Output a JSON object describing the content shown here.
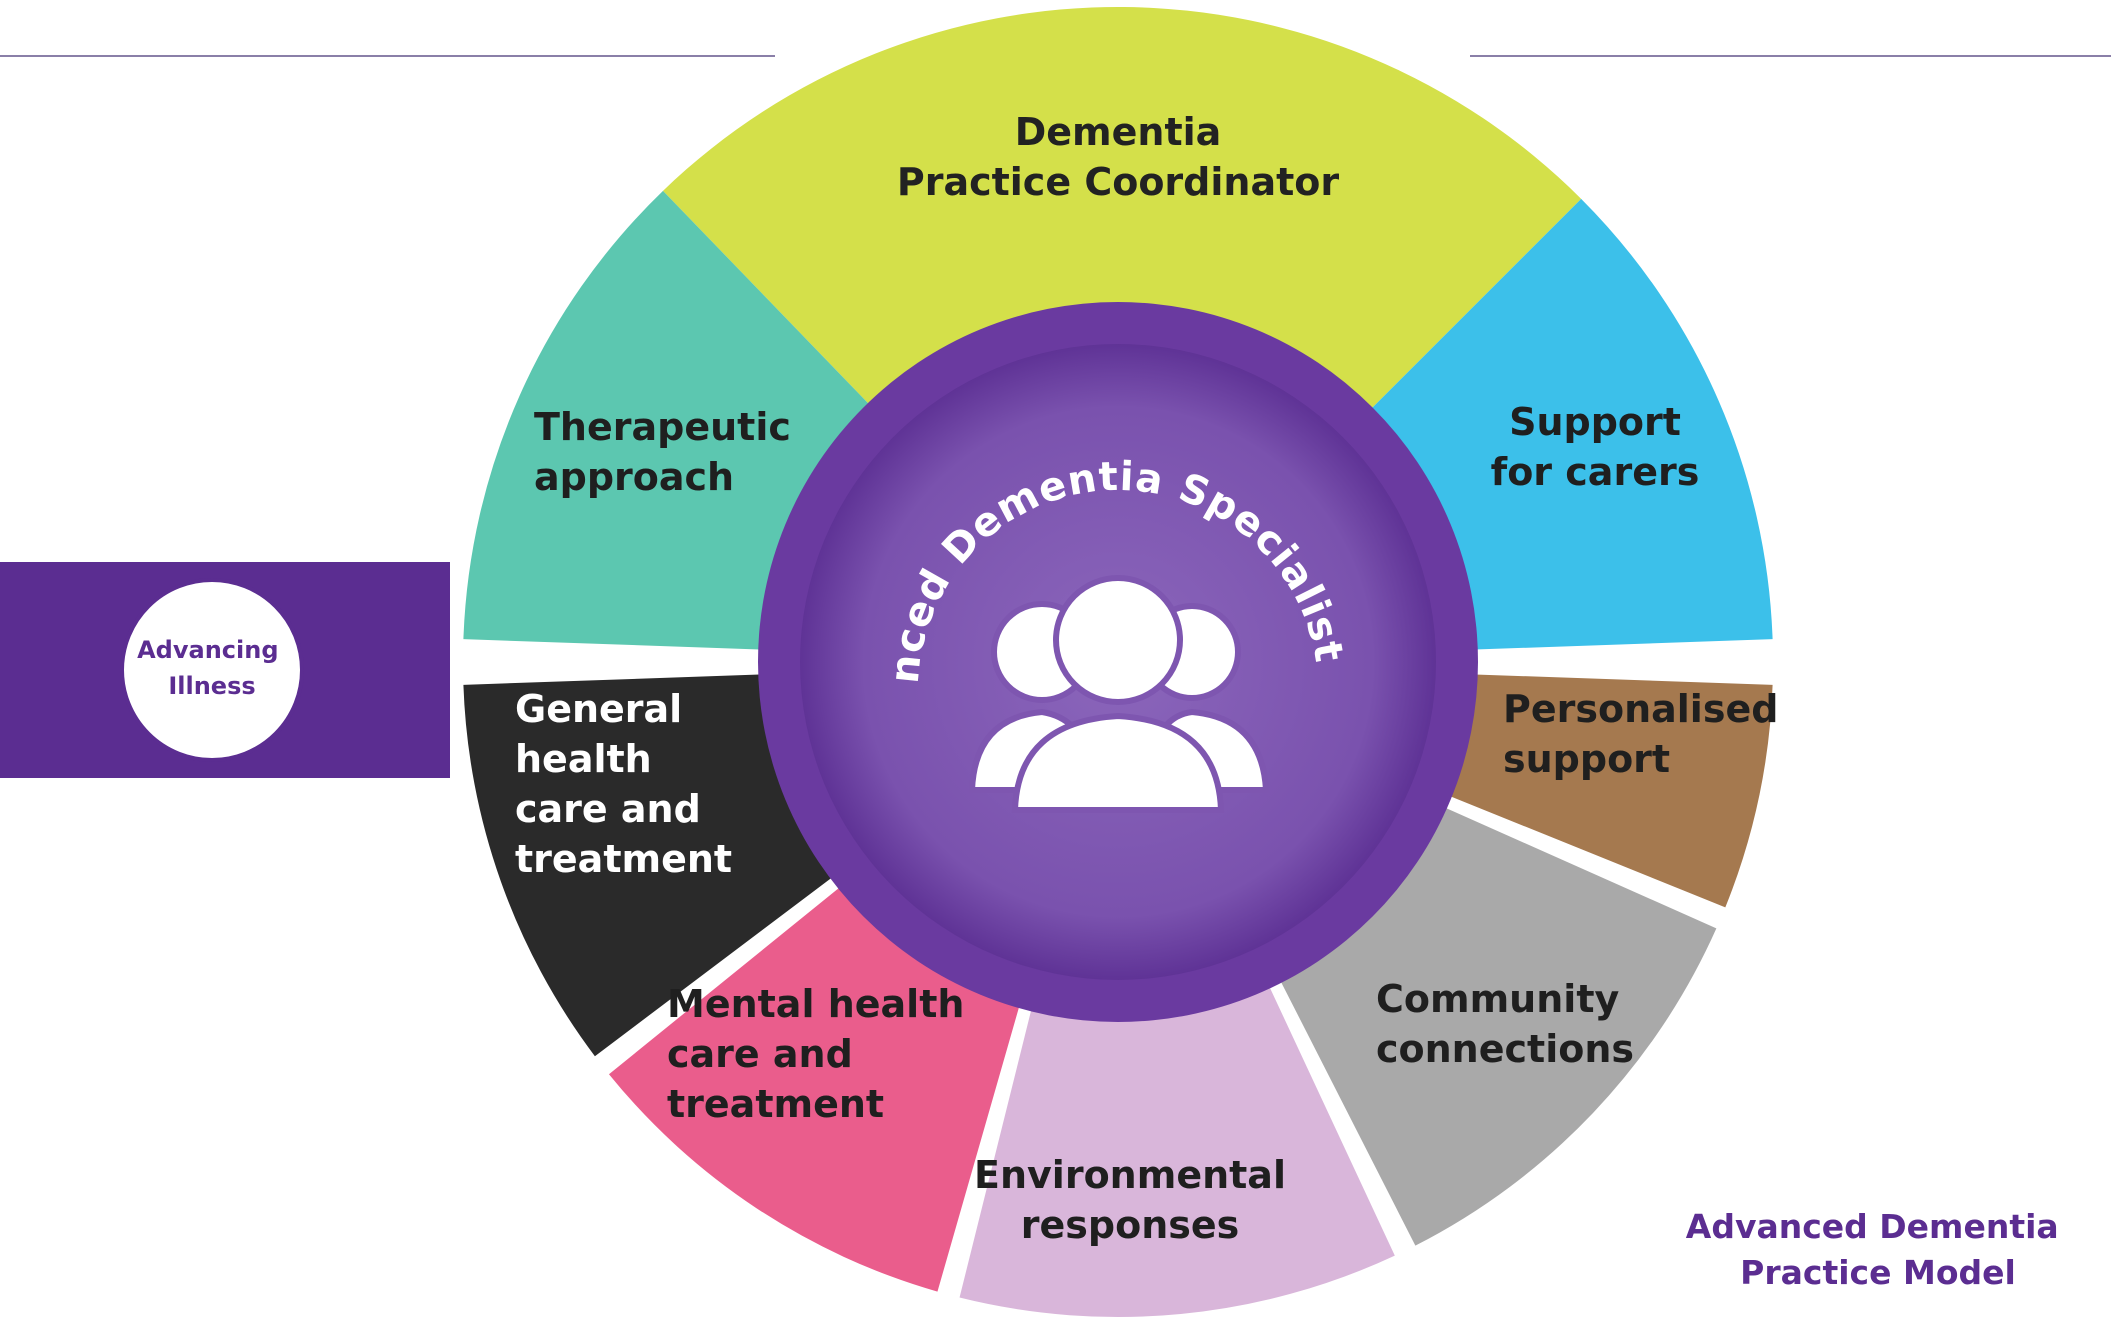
{
  "model_title": [
    "Advanced Dementia",
    "Practice Model"
  ],
  "advancing_illness": [
    "Advancing",
    "Illness"
  ],
  "centre": {
    "team_label": "Advanced Dementia Specialist Team",
    "icon": "team-people-icon"
  },
  "segments": [
    {
      "key": "coordinator",
      "lines": [
        "Dementia",
        "Practice Coordinator"
      ],
      "color": "#d4e04a",
      "text_color": "#222222"
    },
    {
      "key": "carers",
      "lines": [
        "Support",
        "for carers"
      ],
      "color": "#3cc0ea",
      "text_color": "#1f1f1f"
    },
    {
      "key": "personalised",
      "lines": [
        "Personalised",
        "support"
      ],
      "color": "#a5794f",
      "text_color": "#1f1f1f"
    },
    {
      "key": "community",
      "lines": [
        "Community",
        "connections"
      ],
      "color": "#a9a9a9",
      "text_color": "#1f1f1f"
    },
    {
      "key": "environmental",
      "lines": [
        "Environmental",
        "responses"
      ],
      "color": "#d9b6da",
      "text_color": "#1f1f1f"
    },
    {
      "key": "mental",
      "lines": [
        "Mental health",
        "care and",
        "treatment"
      ],
      "color": "#ea5d8c",
      "text_color": "#1f1f1f"
    },
    {
      "key": "general",
      "lines": [
        "General",
        "health",
        "care and",
        "treatment"
      ],
      "color": "#2a2a2a",
      "text_color": "#ffffff"
    },
    {
      "key": "therapeutic",
      "lines": [
        "Therapeutic",
        "approach"
      ],
      "color": "#5cc7b0",
      "text_color": "#1f1f1f"
    }
  ],
  "colors": {
    "purple": "#5b2d91",
    "ring": "#6a3aa0",
    "hub": "#7e56b0",
    "line": "#8a7fa8"
  }
}
